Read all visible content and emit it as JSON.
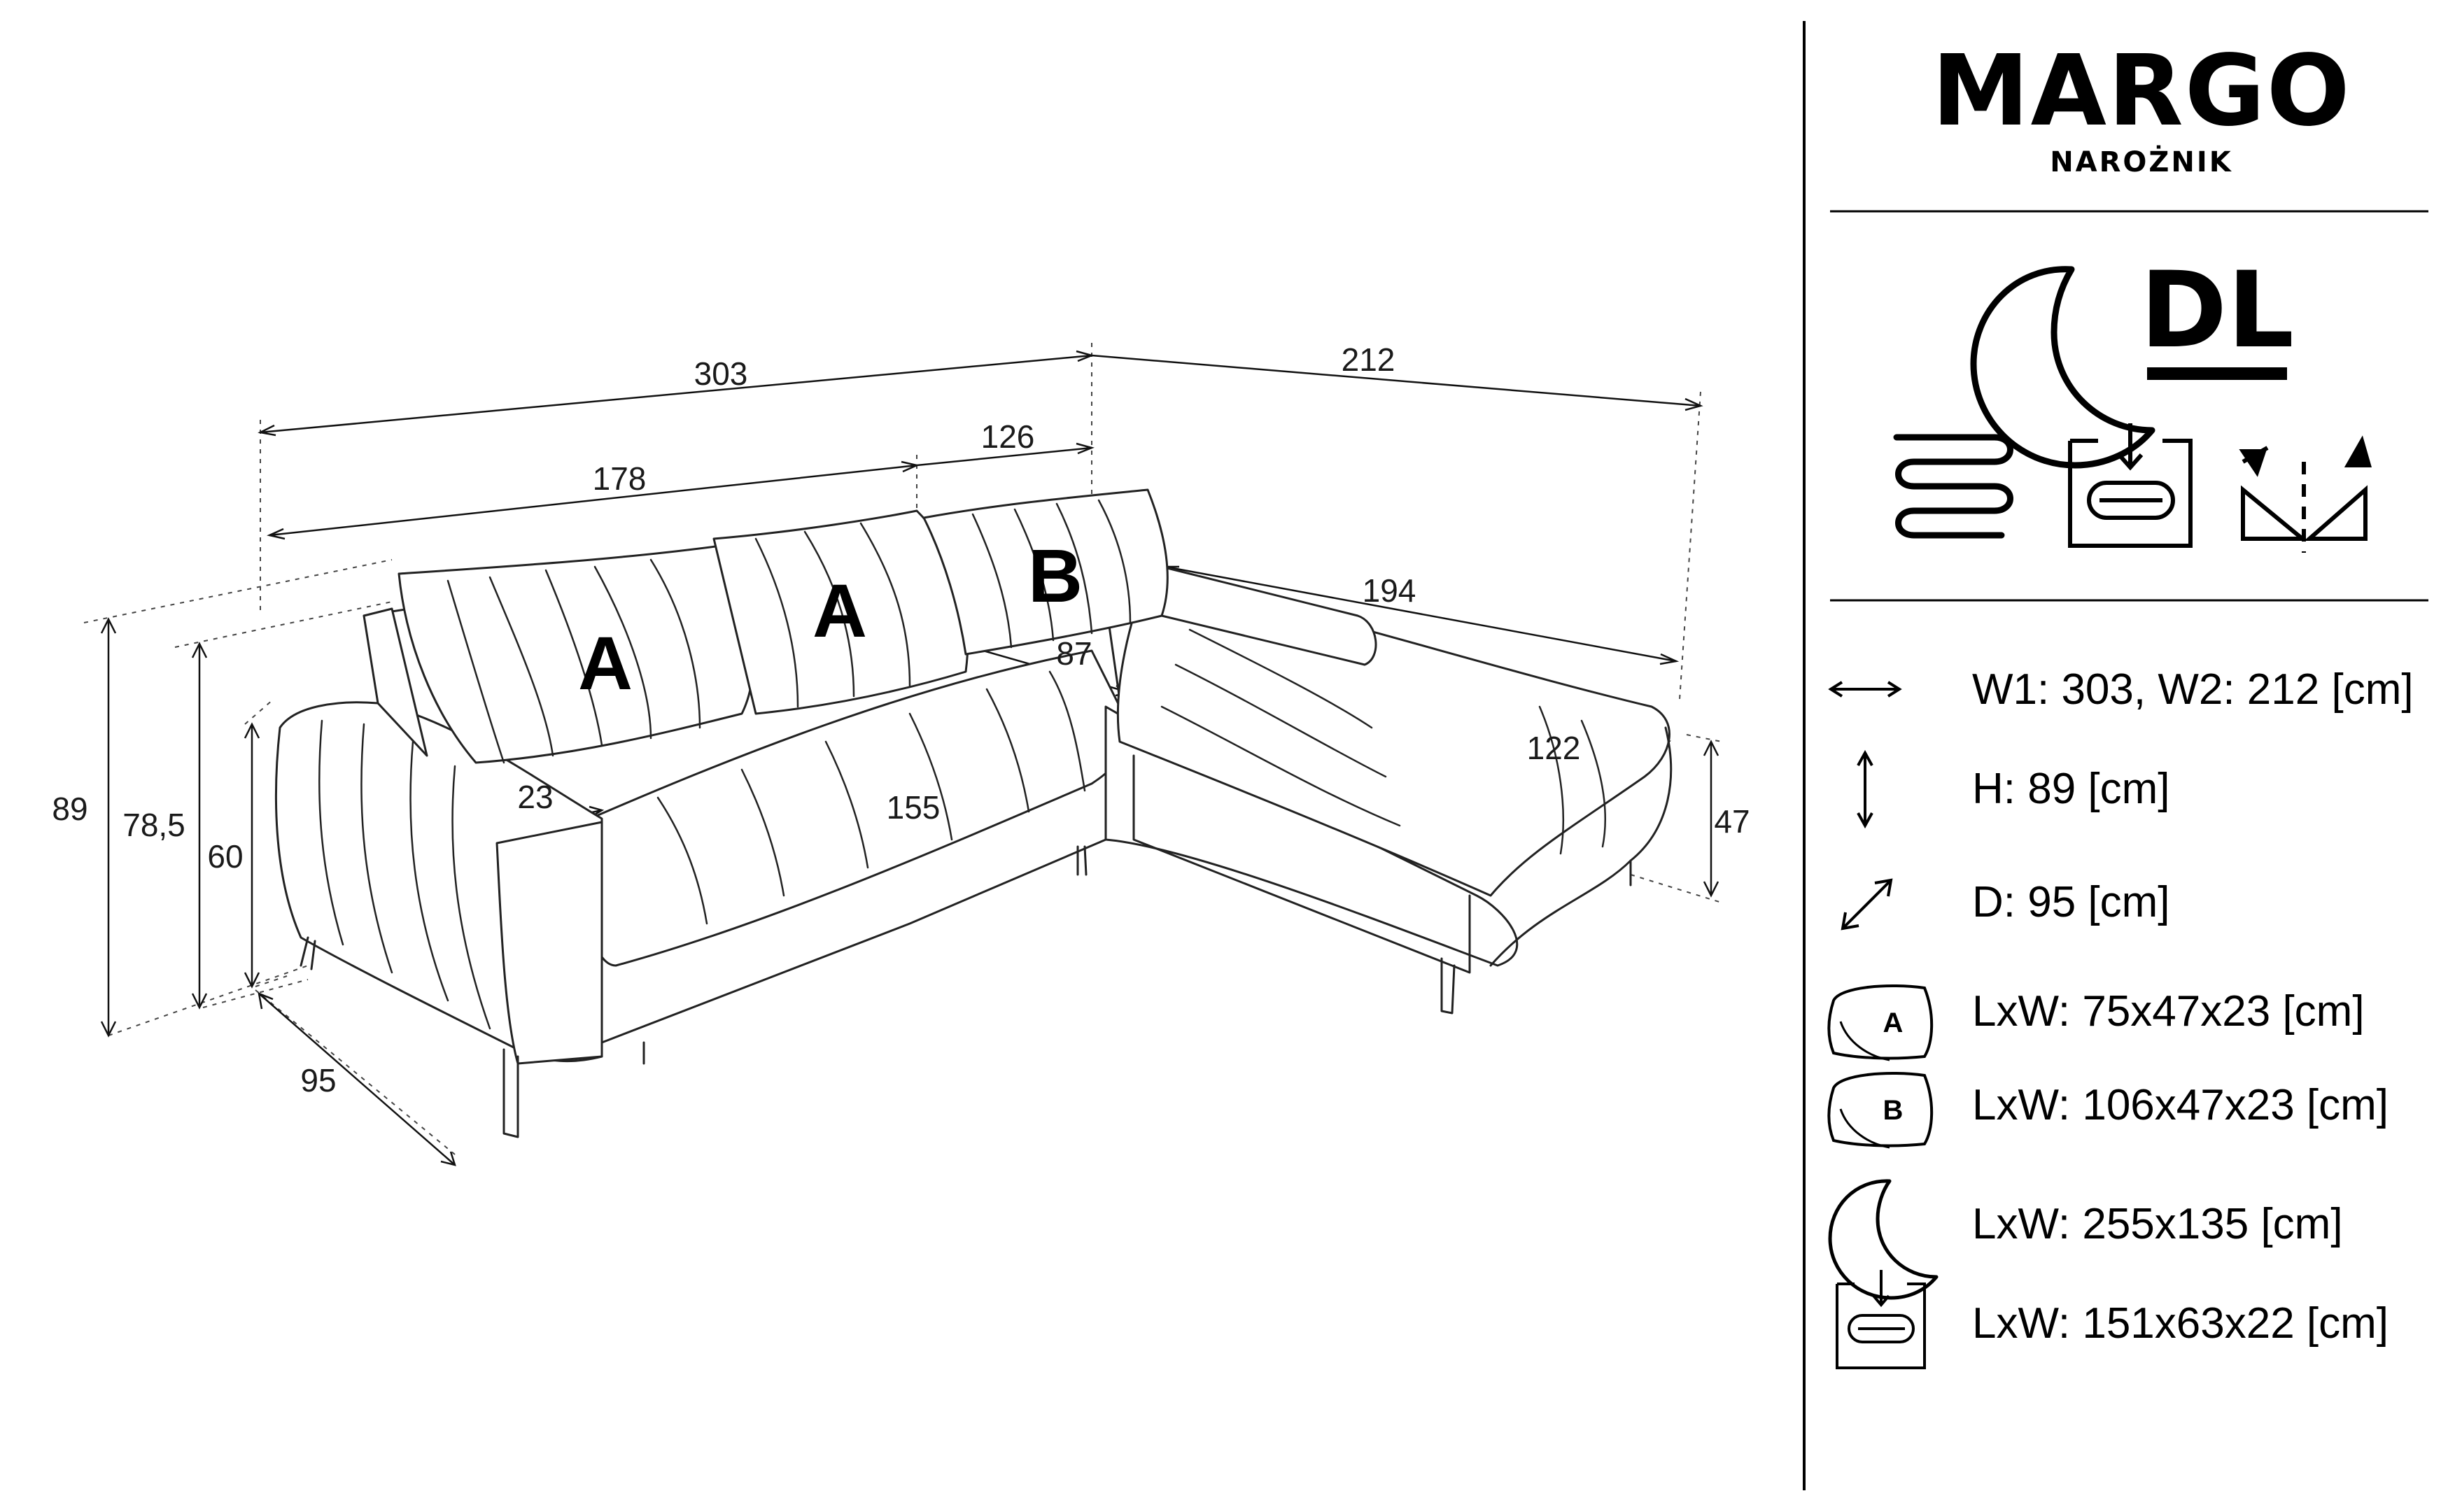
{
  "product": {
    "name": "MARGO",
    "type": "NAROŻNIK",
    "variant_code": "DL"
  },
  "icons": {
    "sleep": "crescent-moon-icon",
    "spring": "spring-coil-icon",
    "storage": "bedding-storage-icon",
    "corner": "corner-side-change-icon"
  },
  "dimensions": {
    "w1_total": "303",
    "w2_total": "212",
    "left_section": "178",
    "middle_section": "126",
    "chaise_length": "194",
    "seat_depth": "87",
    "chaise_width": "122",
    "seat_width": "155",
    "armrest_width": "23",
    "height_total": "89",
    "height_back": "78,5",
    "height_arm": "60",
    "height_seat": "47",
    "depth": "95"
  },
  "cushion_labels": {
    "a1": "A",
    "a2": "A",
    "b": "B"
  },
  "specs": [
    {
      "icon": "width-arrow-icon",
      "text": "W1: 303, W2: 212 [cm]"
    },
    {
      "icon": "height-arrow-icon",
      "text": "H: 89 [cm]"
    },
    {
      "icon": "depth-arrow-icon",
      "text": "D: 95 [cm]"
    },
    {
      "icon": "cushion-a-icon",
      "chip": "A",
      "text": "LxW: 75x47x23 [cm]"
    },
    {
      "icon": "cushion-b-icon",
      "chip": "B",
      "text": "LxW: 106x47x23 [cm]"
    },
    {
      "icon": "sleeping-area-icon",
      "text": "LxW: 255x135 [cm]"
    },
    {
      "icon": "storage-container-icon",
      "text": "LxW: 151x63x22 [cm]"
    }
  ]
}
